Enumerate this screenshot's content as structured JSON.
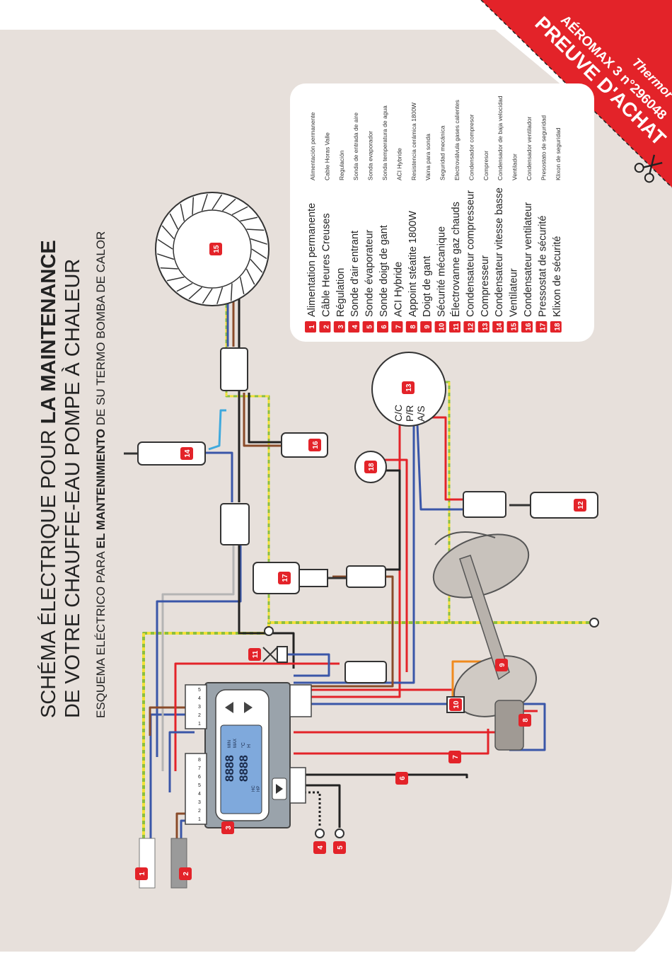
{
  "colors": {
    "background": "#e7e0db",
    "accent_red": "#e32329",
    "wire_red": "#e32329",
    "wire_blue": "#3a56a8",
    "wire_light_blue": "#3fa9dd",
    "wire_brown": "#8a4b2a",
    "wire_black": "#222222",
    "wire_grey": "#b4b4b4",
    "wire_ground_green": "#8cbf3f",
    "wire_ground_yellow": "#f2e03a",
    "wire_orange": "#f08a1e"
  },
  "banner": {
    "brand": "Thermor",
    "model": "AÉROMAX 3 n°296048",
    "proof": "PREUVE D'ACHAT"
  },
  "title": {
    "line1_plain": "SCHÉMA ÉLECTRIQUE POUR ",
    "line1_bold": "LA MAINTENANCE",
    "line2": "DE VOTRE CHAUFFE-EAU POMPE À CHALEUR",
    "line3_plain_a": "ESQUEMA ELÉCTRICO PARA ",
    "line3_bold": "EL MANTENIMIENTO",
    "line3_plain_b": " DE SU TERMO BOMBA DE CALOR"
  },
  "legend": [
    {
      "num": "1",
      "fr": "Alimentation permanente",
      "es": "Alimentación permanente"
    },
    {
      "num": "2",
      "fr": "Câble Heures Creuses",
      "es": "Cable Horas Valle"
    },
    {
      "num": "3",
      "fr": "Régulation",
      "es": "Regulación"
    },
    {
      "num": "4",
      "fr": "Sonde d'air entrant",
      "es": "Sonda de entrada de aire"
    },
    {
      "num": "5",
      "fr": "Sonde évaporateur",
      "es": "Sonda evaporador"
    },
    {
      "num": "6",
      "fr": "Sonde doigt de gant",
      "es": "Sonda temperatura de agua"
    },
    {
      "num": "7",
      "fr": "ACI Hybride",
      "es": "ACI Hybride"
    },
    {
      "num": "8",
      "fr": "Appoint stéatite 1800W",
      "es": "Resistencia cerámica 1800W"
    },
    {
      "num": "9",
      "fr": "Doigt de gant",
      "es": "Vaina para sonda"
    },
    {
      "num": "10",
      "fr": "Sécurité mécanique",
      "es": "Seguridad mecánica"
    },
    {
      "num": "11",
      "fr": "Électrovanne gaz chauds",
      "es": "Electroválvula gases calientes"
    },
    {
      "num": "12",
      "fr": "Condensateur compresseur",
      "es": "Condensador compresor"
    },
    {
      "num": "13",
      "fr": "Compresseur",
      "es": "Compresor"
    },
    {
      "num": "14",
      "fr": "Condensateur vitesse basse",
      "es": "Condensador de baja velocidad"
    },
    {
      "num": "15",
      "fr": "Ventilateur",
      "es": "Ventilador"
    },
    {
      "num": "16",
      "fr": "Condensateur ventilateur",
      "es": "Condensador ventilador"
    },
    {
      "num": "17",
      "fr": "Pressostat de sécurité",
      "es": "Presostato de seguridad"
    },
    {
      "num": "18",
      "fr": "Klixon de sécurité",
      "es": "Klixon de seguridad"
    }
  ],
  "compressor_terminals": [
    "C/C",
    "P/R",
    "A/S"
  ],
  "badges": {
    "b1": "1",
    "b2": "2",
    "b3": "3",
    "b4": "4",
    "b5": "5",
    "b6": "6",
    "b7": "7",
    "b8": "8",
    "b9": "9",
    "b10": "10",
    "b11": "11",
    "b12": "12",
    "b13": "13",
    "b14": "14",
    "b15": "15",
    "b16": "16",
    "b17": "17",
    "b18": "18"
  },
  "controller": {
    "digits": "8888",
    "digits2": "8888",
    "mode_labels": [
      "MIN",
      "MAX"
    ],
    "unit": "°C",
    "unit2": "H",
    "hc_label": "HC",
    "hp_label": "HP",
    "terminals_top": [
      "1",
      "2",
      "3",
      "4",
      "5"
    ],
    "terminals_bottom": [
      "1",
      "2",
      "3",
      "4",
      "5",
      "6",
      "7",
      "8"
    ]
  }
}
